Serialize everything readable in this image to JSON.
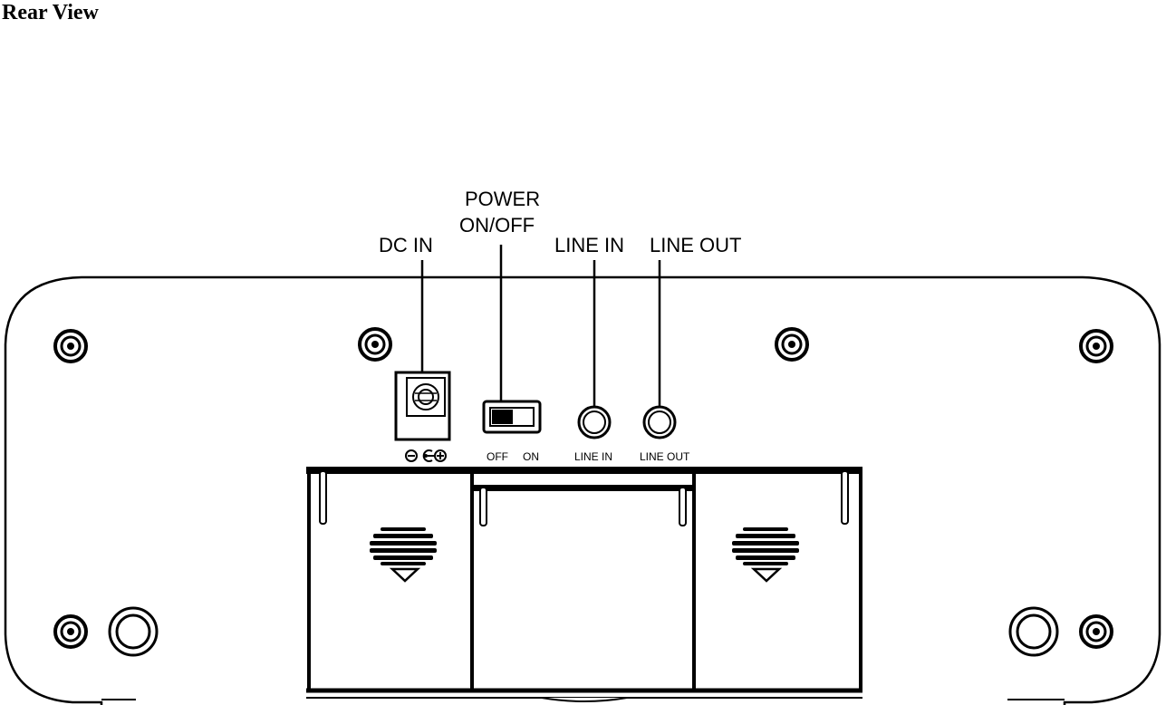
{
  "title": "Rear View",
  "callouts": {
    "dc_in": "DC IN",
    "power_line1": "POWER",
    "power_line2": "ON/OFF",
    "line_in": "LINE IN",
    "line_out": "LINE OUT"
  },
  "panel_labels": {
    "switch_off": "OFF",
    "switch_on": "ON",
    "line_in": "LINE IN",
    "line_out": "LINE OUT"
  },
  "colors": {
    "stroke": "#000000",
    "background": "#ffffff"
  }
}
